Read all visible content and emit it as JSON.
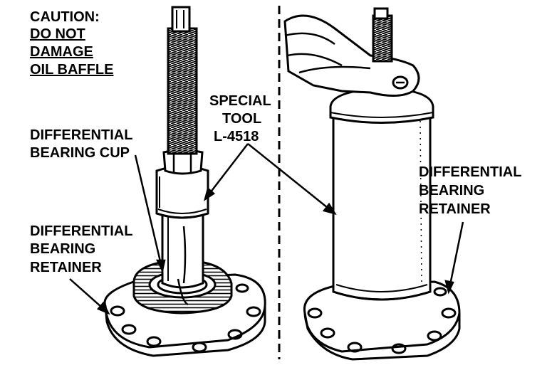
{
  "caution": {
    "line1": "CAUTION:",
    "line2": "DO NOT",
    "line3": "DAMAGE",
    "line4": "OIL BAFFLE"
  },
  "labels": {
    "cup_line1": "DIFFERENTIAL",
    "cup_line2": "BEARING CUP",
    "left_retainer_line1": "DIFFERENTIAL",
    "left_retainer_line2": "BEARING",
    "left_retainer_line3": "RETAINER",
    "tool_line1": "SPECIAL",
    "tool_line2": "TOOL",
    "tool_line3": "L-4518",
    "right_retainer_line1": "DIFFERENTIAL",
    "right_retainer_line2": "BEARING",
    "right_retainer_line3": "RETAINER"
  },
  "colors": {
    "ink": "#000000",
    "paper": "#ffffff"
  }
}
